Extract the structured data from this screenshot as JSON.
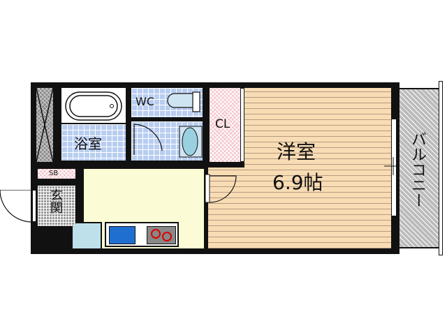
{
  "floorplan": {
    "rooms": {
      "bath": {
        "label": "浴室"
      },
      "wc": {
        "label": "WC"
      },
      "closet": {
        "label": "CL"
      },
      "western_room": {
        "label": "洋室",
        "size": "6.9帖"
      },
      "balcony": {
        "label": "バルコニー"
      },
      "shoe_box": {
        "label": "SB"
      },
      "entrance": {
        "label": "玄関"
      }
    },
    "colors": {
      "wall": "#111111",
      "wood_floor": "#f8dcb4",
      "kitchen_floor": "#fbfbd5",
      "tile": "#b8cdf0",
      "closet": "#f3c8cf",
      "balcony": "#bbbbbb"
    }
  }
}
